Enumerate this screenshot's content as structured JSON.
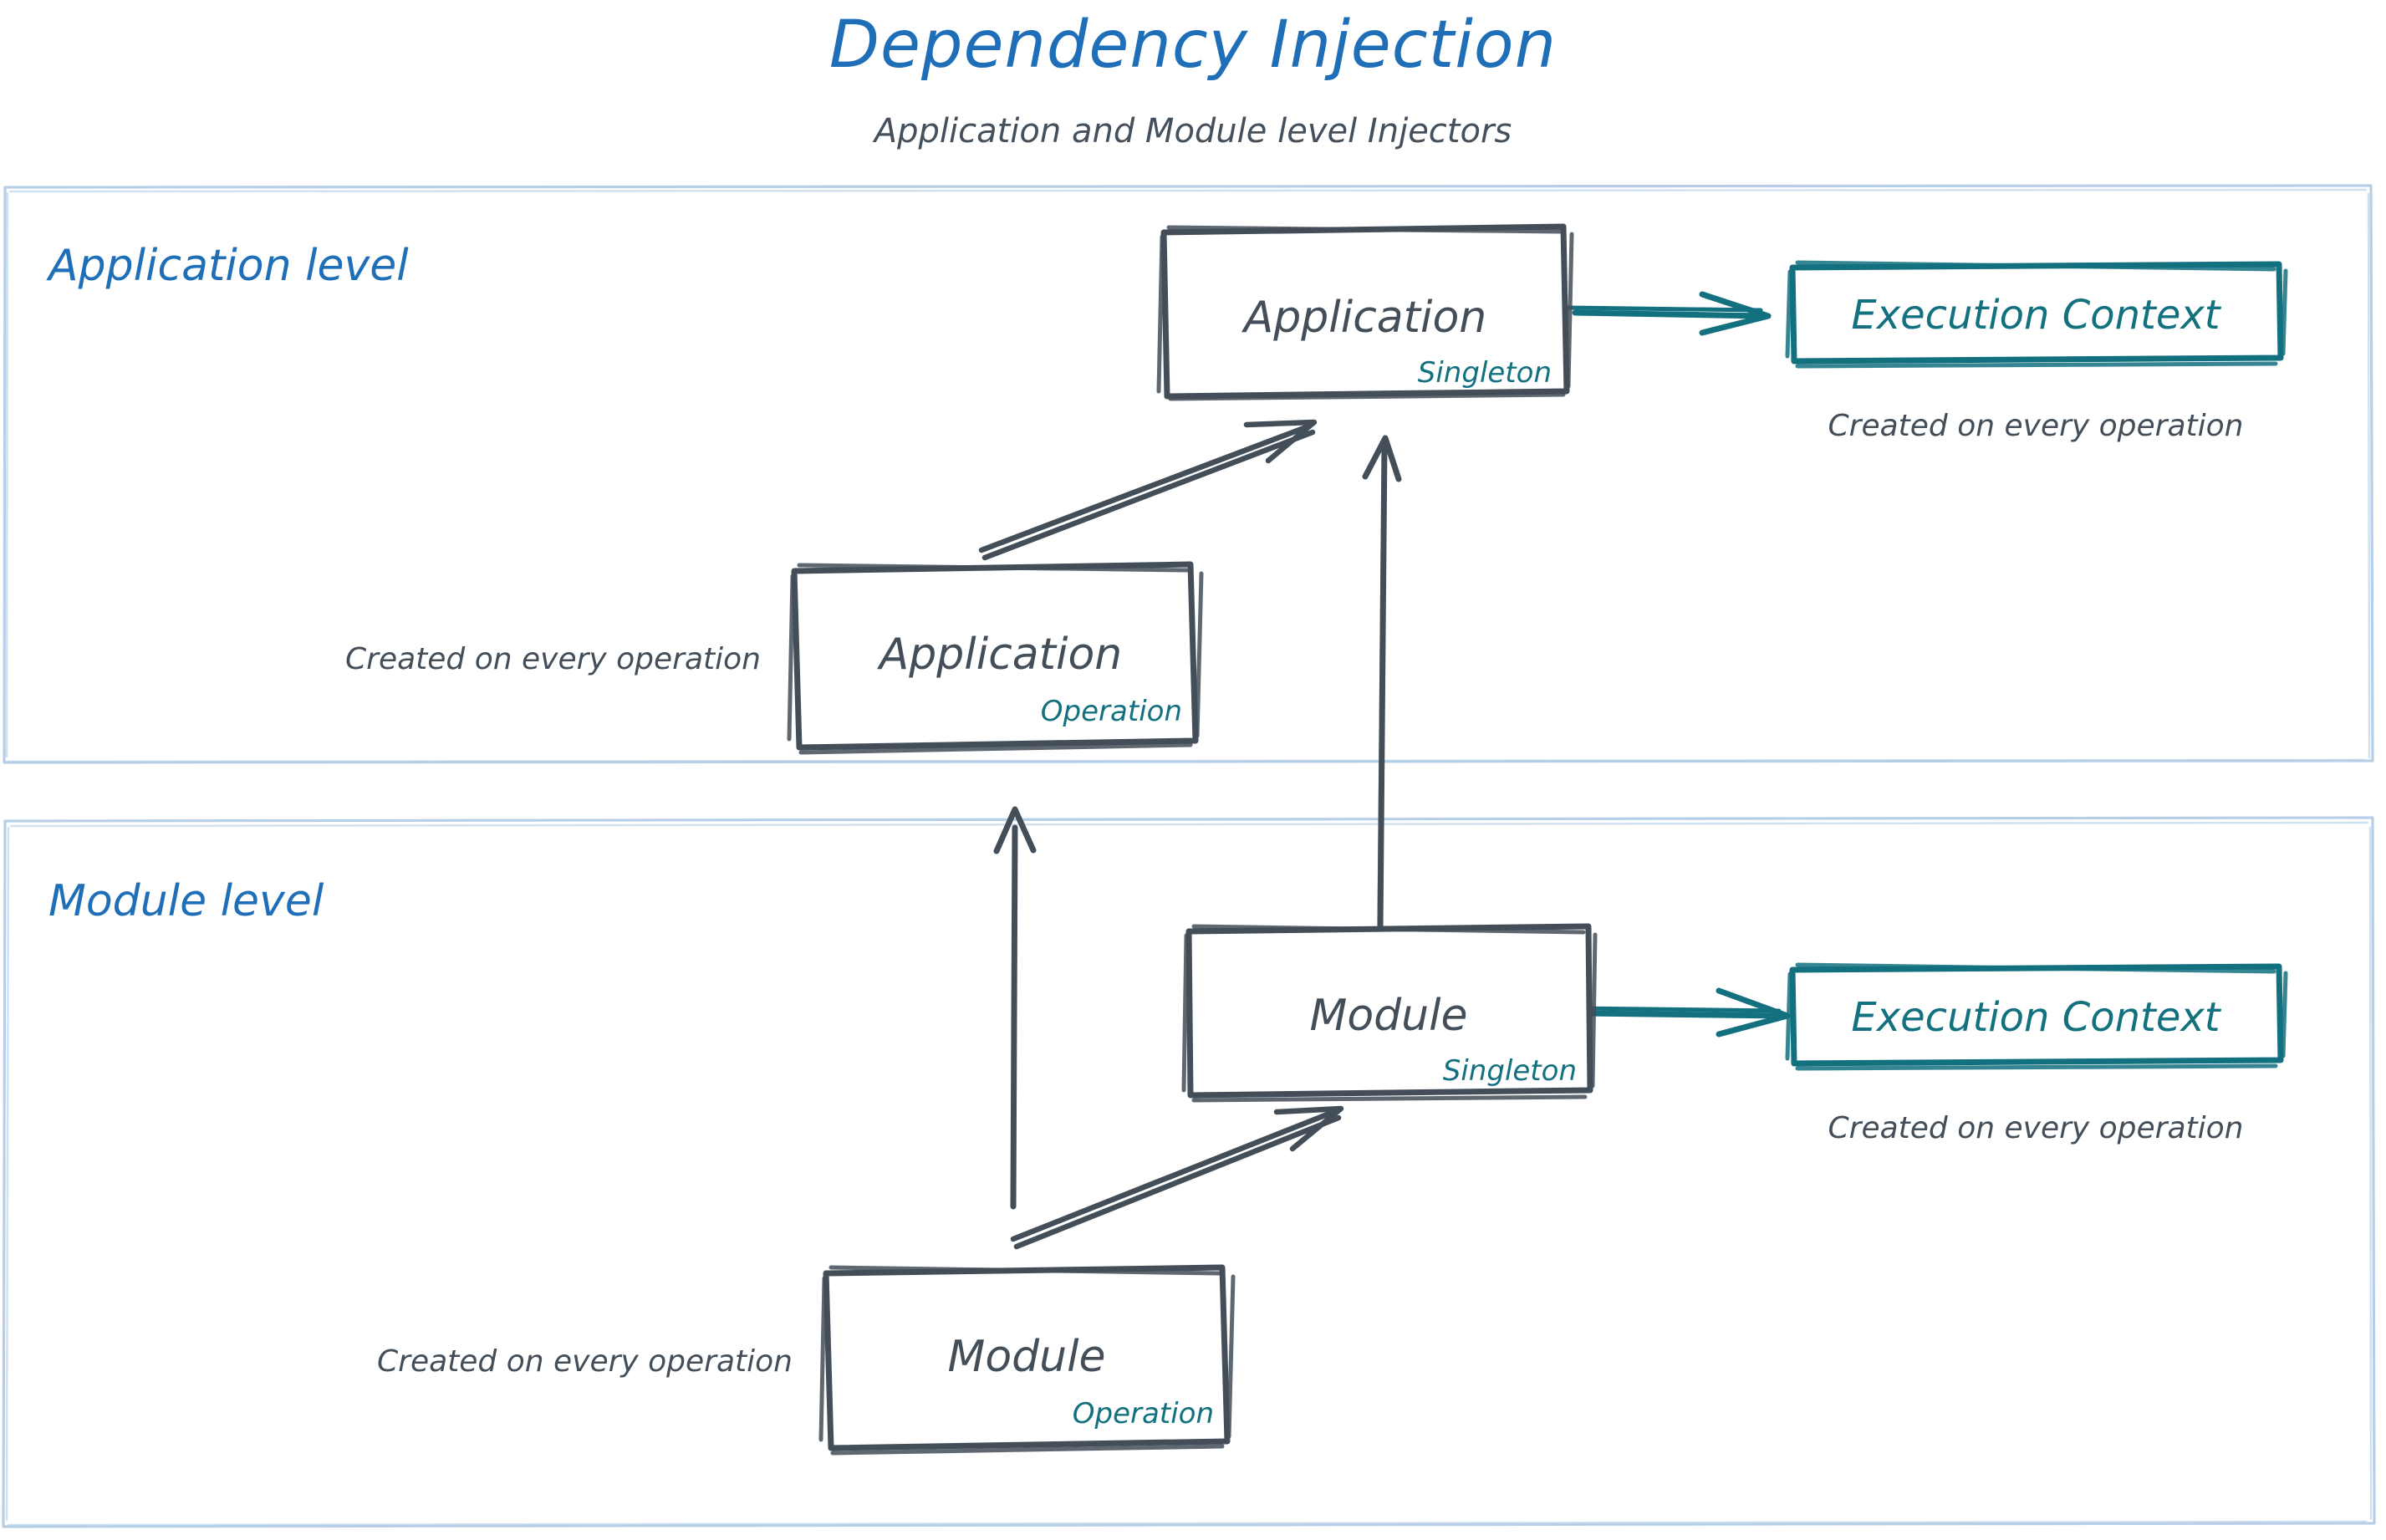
{
  "header": {
    "title": "Dependency Injection",
    "subtitle": "Application and Module level Injectors",
    "title_color": "#1f6fb8",
    "subtitle_color": "#44505c"
  },
  "palette": {
    "ink": "#434e58",
    "teal": "#13707f",
    "blue": "#1f6fb8",
    "container_border": "#b6cfe6",
    "background": "#ffffff"
  },
  "containers": [
    {
      "id": "application-level",
      "label": "Application level",
      "label_color": "#1f6fb8",
      "border_color": "#b6cfe6"
    },
    {
      "id": "module-level",
      "label": "Module level",
      "label_color": "#1f6fb8",
      "border_color": "#b6cfe6"
    }
  ],
  "nodes": [
    {
      "id": "application-singleton",
      "title": "Application",
      "scope": "Singleton",
      "title_color": "#434e58",
      "scope_color": "#13707f",
      "border_color": "#434e58",
      "container": "application-level"
    },
    {
      "id": "application-execution-context",
      "title": "Execution Context",
      "title_color": "#13707f",
      "border_color": "#13707f",
      "caption": "Created on every operation",
      "caption_color": "#434e58",
      "container": "application-level"
    },
    {
      "id": "application-operation",
      "title": "Application",
      "scope": "Operation",
      "title_color": "#434e58",
      "scope_color": "#13707f",
      "border_color": "#434e58",
      "caption": "Created on every operation",
      "caption_color": "#434e58",
      "container": "application-level"
    },
    {
      "id": "module-singleton",
      "title": "Module",
      "scope": "Singleton",
      "title_color": "#434e58",
      "scope_color": "#13707f",
      "border_color": "#434e58",
      "container": "module-level"
    },
    {
      "id": "module-execution-context",
      "title": "Execution Context",
      "title_color": "#13707f",
      "border_color": "#13707f",
      "caption": "Created on every operation",
      "caption_color": "#434e58",
      "container": "module-level"
    },
    {
      "id": "module-operation",
      "title": "Module",
      "scope": "Operation",
      "title_color": "#434e58",
      "scope_color": "#13707f",
      "border_color": "#434e58",
      "caption": "Created on every operation",
      "caption_color": "#434e58",
      "container": "module-level"
    }
  ],
  "edges": [
    {
      "id": "app-operation-to-app-singleton",
      "from": "application-operation",
      "to": "application-singleton",
      "color": "#434e58",
      "style": "sketch-double"
    },
    {
      "id": "app-singleton-to-exec-context",
      "from": "application-singleton",
      "to": "application-execution-context",
      "color": "#13707f",
      "style": "sketch-double"
    },
    {
      "id": "module-singleton-to-app-singleton",
      "from": "module-singleton",
      "to": "application-singleton",
      "color": "#434e58",
      "style": "sketch-single"
    },
    {
      "id": "module-operation-to-app-operation",
      "from": "module-operation",
      "to": "application-operation",
      "color": "#434e58",
      "style": "sketch-single"
    },
    {
      "id": "module-operation-to-module-singleton",
      "from": "module-operation",
      "to": "module-singleton",
      "color": "#434e58",
      "style": "sketch-double"
    },
    {
      "id": "module-singleton-to-exec-context",
      "from": "module-singleton",
      "to": "module-execution-context",
      "color": "#13707f",
      "style": "sketch-double"
    }
  ]
}
